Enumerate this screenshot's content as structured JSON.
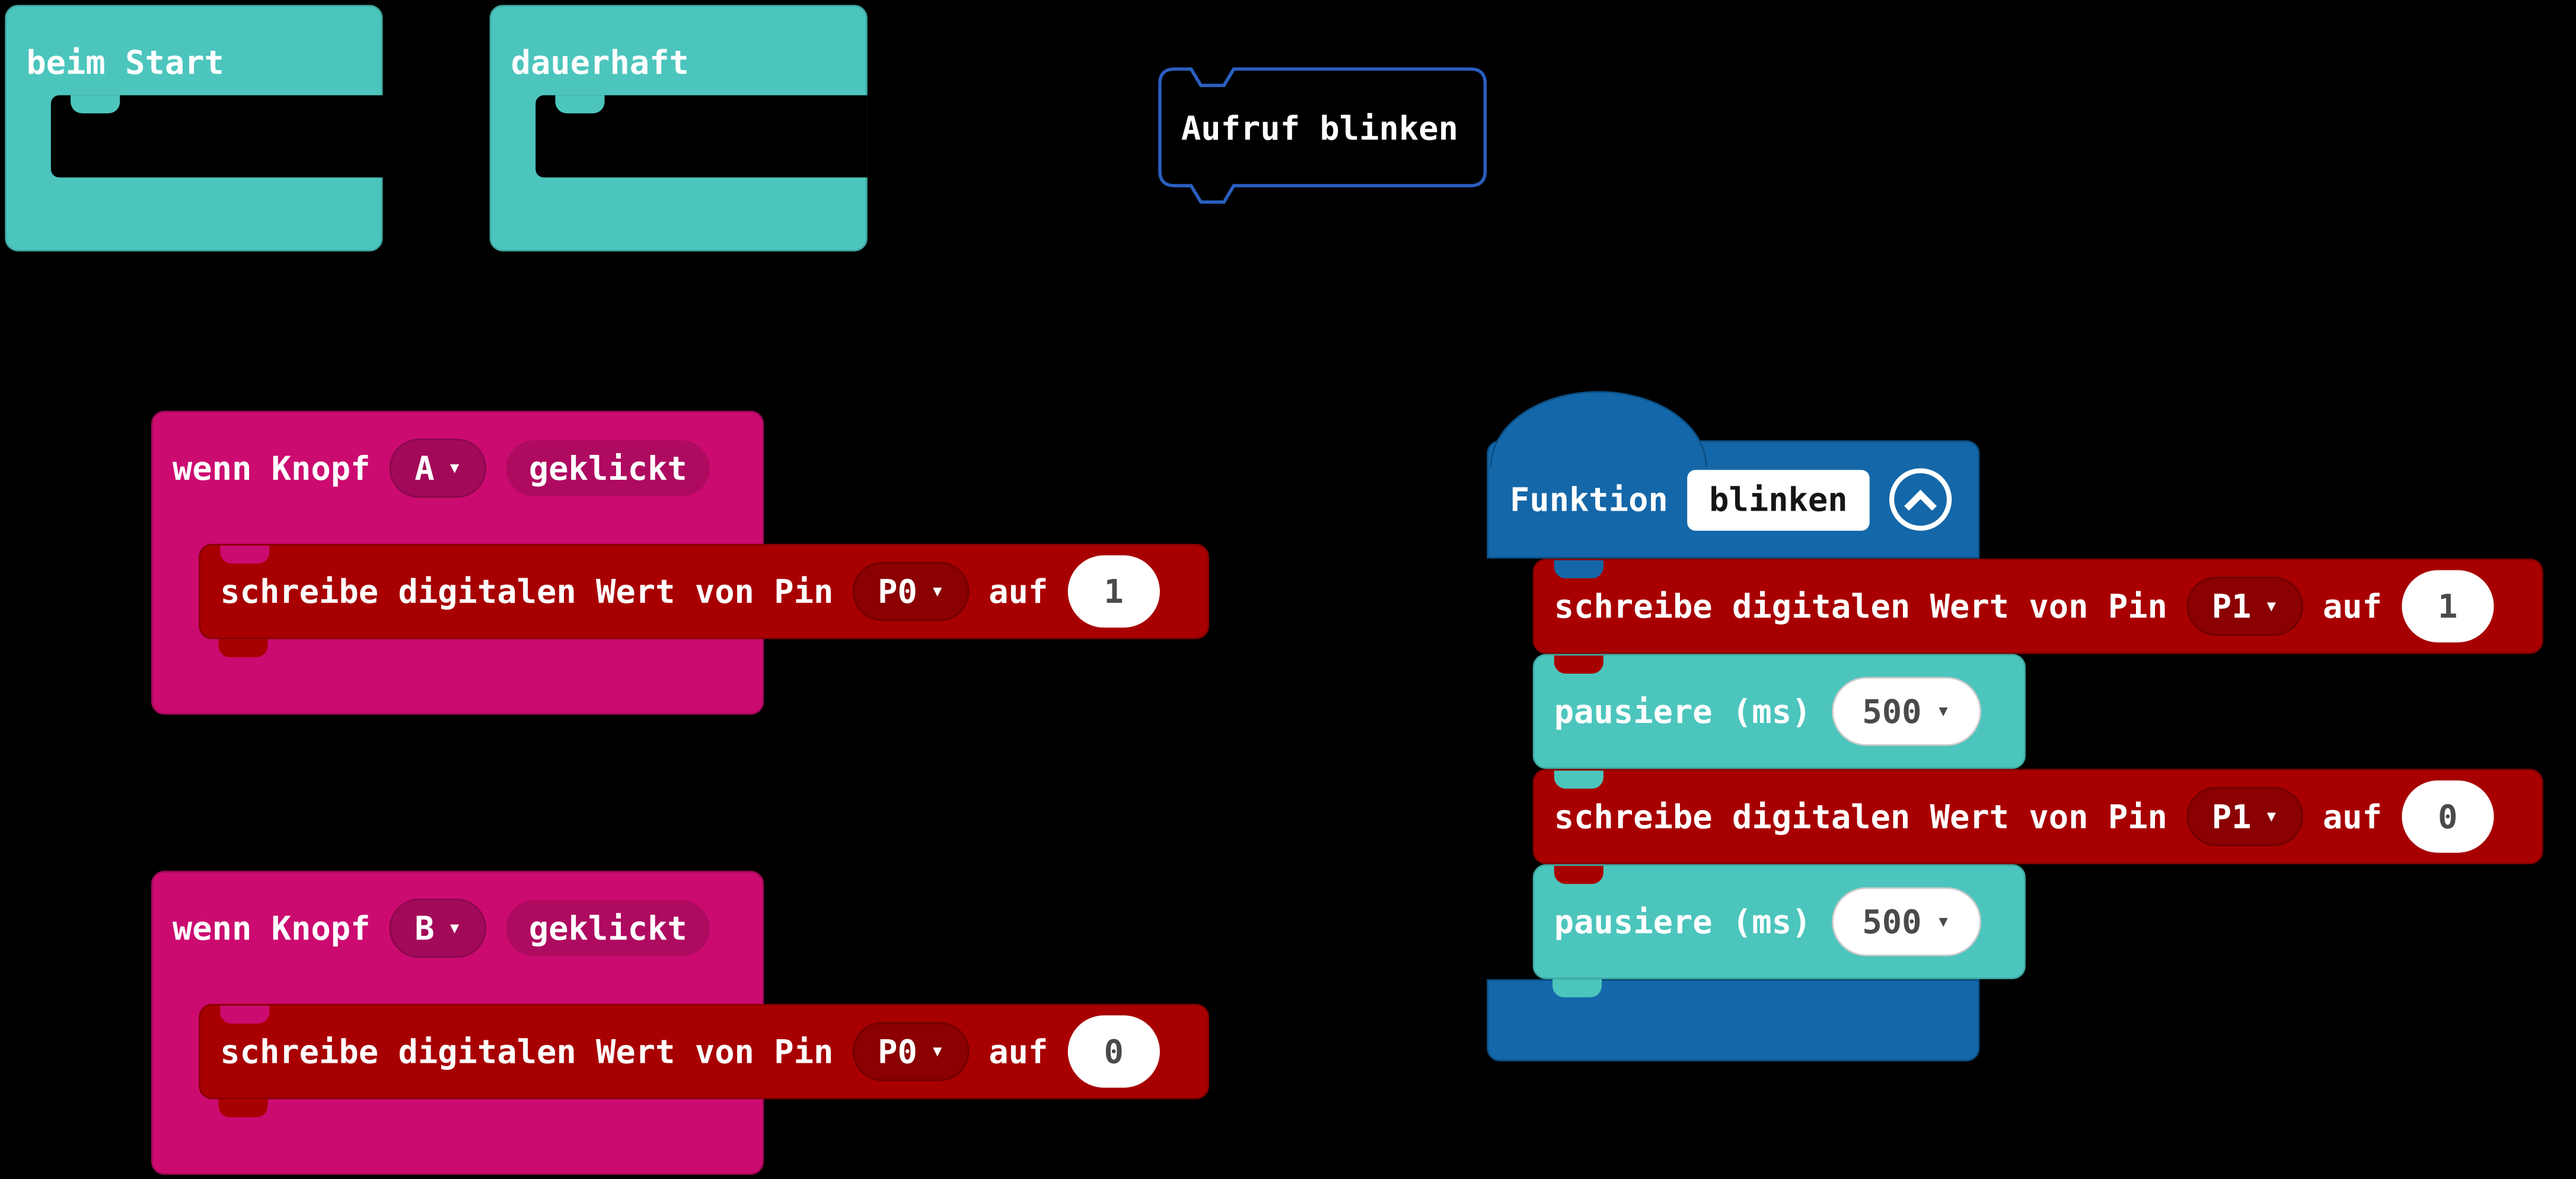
{
  "workspace": {
    "background": "#000000"
  },
  "colors": {
    "basic_teal": "#4CC5BD",
    "basic_teal_border": "#3EA9A2",
    "input_magenta": "#CB0B70",
    "input_magenta_dark": "#A30959",
    "input_magenta_pill": "#AE0A60",
    "pins_red": "#A80000",
    "pins_red_border": "#850000",
    "pins_red_dark": "#8B0000",
    "function_blue": "#1467A8",
    "function_blue_border": "#0B4F85",
    "call_outline_blue": "#2A5FC0",
    "field_text": "#4A4A4A"
  },
  "icons": {
    "dropdown_chevron": "▾",
    "collapse_chevron": "chevron-up"
  },
  "blocks": {
    "on_start": {
      "label": "beim Start"
    },
    "forever": {
      "label": "dauerhaft"
    },
    "call_blinken": {
      "label": "Aufruf blinken"
    },
    "when_button_a": {
      "label_prefix": "wenn Knopf",
      "button": "A",
      "label_suffix": "geklickt",
      "body": {
        "label": "schreibe digitalen Wert von Pin",
        "pin": "P0",
        "mid_label": "auf",
        "value": "1"
      }
    },
    "when_button_b": {
      "label_prefix": "wenn Knopf",
      "button": "B",
      "label_suffix": "geklickt",
      "body": {
        "label": "schreibe digitalen Wert von Pin",
        "pin": "P0",
        "mid_label": "auf",
        "value": "0"
      }
    },
    "function_blinken": {
      "keyword": "Funktion",
      "name": "blinken",
      "body": [
        {
          "label": "schreibe digitalen Wert von Pin",
          "pin": "P1",
          "mid_label": "auf",
          "value": "1"
        },
        {
          "label": "pausiere (ms)",
          "value": "500"
        },
        {
          "label": "schreibe digitalen Wert von Pin",
          "pin": "P1",
          "mid_label": "auf",
          "value": "0"
        },
        {
          "label": "pausiere (ms)",
          "value": "500"
        }
      ]
    }
  }
}
